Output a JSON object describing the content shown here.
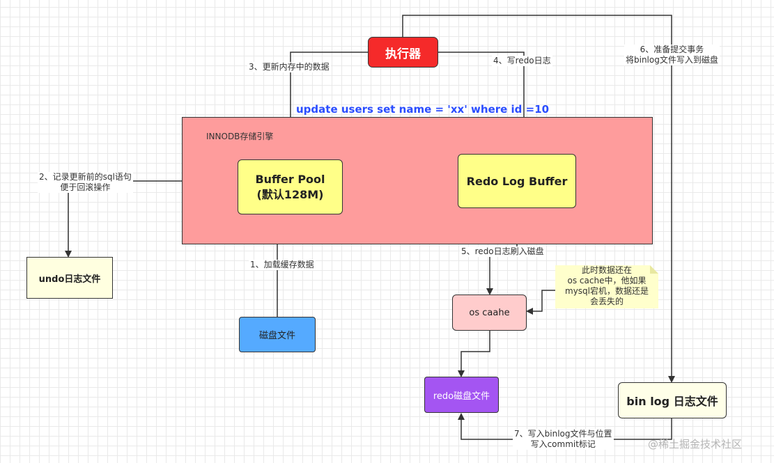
{
  "executor": {
    "label": "执行器"
  },
  "engine": {
    "title": "INNODB存储引擎"
  },
  "sql_statement": "update users set name = 'xx' where id =10",
  "buffer_pool": {
    "label": "Buffer Pool\n(默认128M)"
  },
  "redo_log_buffer": {
    "label": "Redo Log Buffer"
  },
  "undo_file": {
    "label": "undo日志文件"
  },
  "disk_file": {
    "label": "磁盘文件"
  },
  "os_cache": {
    "label": "os caahe"
  },
  "redo_disk_file": {
    "label": "redo磁盘文件"
  },
  "binlog_file": {
    "label": "bin log 日志文件"
  },
  "steps": {
    "s1": "1、加载缓存数据",
    "s2": "2、记录更新前的sql语句\n便于回滚操作",
    "s3": "3、更新内存中的数据",
    "s4": "4、写redo日志",
    "s5": "5、redo日志刷入磁盘",
    "s6": "6、准备提交事务\n将binlog文件写入到磁盘",
    "s7": "7、写入binlog文件与位置\n写入commit标记"
  },
  "note": {
    "text": "此时数据还在\nos cache中，他如果\nmysql宕机，数据还是\n会丢失的"
  },
  "watermark": "@稀土掘金技术社区",
  "colors": {
    "executor": "#f52a2a",
    "engine": "#fe9c9c",
    "buffer": "#ffff88",
    "disk_file": "#55aaff",
    "os_cache": "#ffcccc",
    "redo_disk": "#a455f2",
    "sql_text": "#2a4dff",
    "note": "#ffffcc"
  }
}
